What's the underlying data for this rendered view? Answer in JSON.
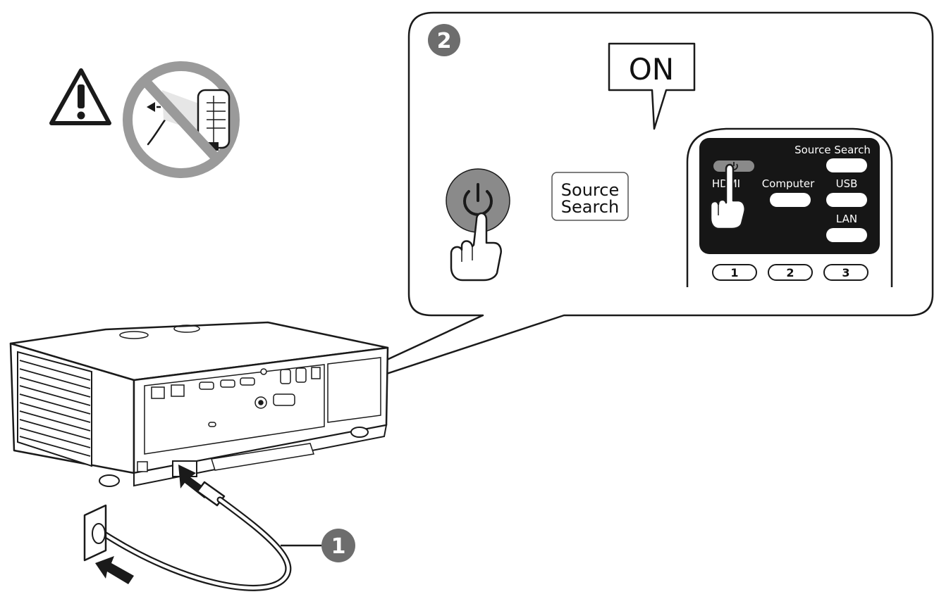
{
  "steps": {
    "step1_number": "1",
    "step2_number": "2"
  },
  "speech": {
    "on_label": "ON"
  },
  "source_button": {
    "line1": "Source",
    "line2": "Search"
  },
  "remote": {
    "source_search": "Source Search",
    "hdmi": "HDMI",
    "computer": "Computer",
    "usb": "USB",
    "lan": "LAN",
    "num_buttons": [
      "1",
      "2",
      "3"
    ]
  },
  "icons": {
    "warning": "warning-triangle-icon",
    "no_look": "no-look-into-lens-icon",
    "power": "power-icon",
    "hand": "pointing-hand-icon",
    "arrow": "insert-arrow-icon"
  },
  "colors": {
    "line": "#1a1a1a",
    "step_badge": "#6d6d6d",
    "remote_panel": "#161616",
    "power_btn": "#8a8a8a"
  }
}
